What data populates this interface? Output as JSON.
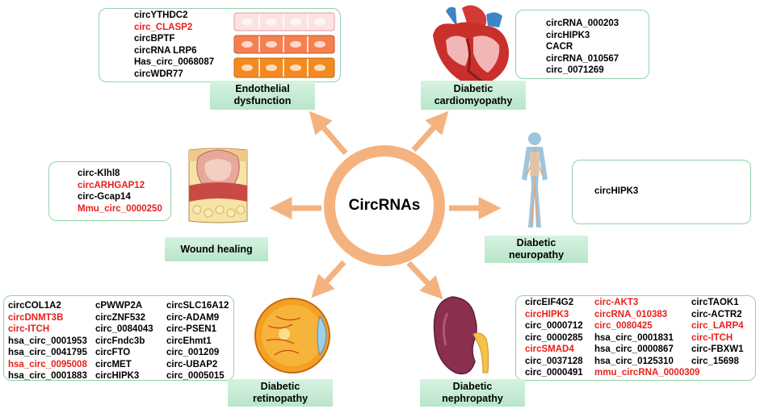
{
  "hub": {
    "title": "CircRNAs"
  },
  "colors": {
    "highlight": "#e8201c",
    "arrow": "#f4b27f",
    "box_border": "#8fd3a8",
    "label_bg": "#c8ecd6"
  },
  "endothelial": {
    "label_line1": "Endothelial",
    "label_line2": "dysfunction",
    "items": [
      {
        "text": "circYTHDC2",
        "highlight": false
      },
      {
        "text": "circ_CLASP2",
        "highlight": true
      },
      {
        "text": "circBPTF",
        "highlight": false
      },
      {
        "text": "circRNA LRP6",
        "highlight": false
      },
      {
        "text": "Has_circ_0068087",
        "highlight": false
      },
      {
        "text": "circWDR77",
        "highlight": false
      }
    ]
  },
  "cardiomyopathy": {
    "label_line1": "Diabetic",
    "label_line2": "cardiomyopathy",
    "items": [
      {
        "text": "circRNA_000203",
        "highlight": false
      },
      {
        "text": "circHIPK3",
        "highlight": false
      },
      {
        "text": "CACR",
        "highlight": false
      },
      {
        "text": "circRNA_010567",
        "highlight": false
      },
      {
        "text": "circ_0071269",
        "highlight": false
      }
    ]
  },
  "wound": {
    "label": "Wound healing",
    "items": [
      {
        "text": "circ-Klhl8",
        "highlight": false
      },
      {
        "text": "circARHGAP12",
        "highlight": true
      },
      {
        "text": "circ-Gcap14",
        "highlight": false
      },
      {
        "text": "Mmu_circ_0000250",
        "highlight": true
      }
    ]
  },
  "neuropathy": {
    "label_line1": "Diabetic",
    "label_line2": "neuropathy",
    "items": [
      {
        "text": "circHIPK3",
        "highlight": false
      }
    ]
  },
  "retinopathy": {
    "label_line1": "Diabetic",
    "label_line2": "retinopathy",
    "col1": [
      {
        "text": "circCOL1A2",
        "highlight": false
      },
      {
        "text": "circDNMT3B",
        "highlight": true
      },
      {
        "text": "circ-ITCH",
        "highlight": true
      },
      {
        "text": "hsa_circ_0001953",
        "highlight": false
      },
      {
        "text": "hsa_circ_0041795",
        "highlight": false
      },
      {
        "text": "hsa_circ_0095008",
        "highlight": true
      },
      {
        "text": "hsa_circ_0001883",
        "highlight": false
      }
    ],
    "col2": [
      {
        "text": "cPWWP2A",
        "highlight": false
      },
      {
        "text": "circZNF532",
        "highlight": false
      },
      {
        "text": "circ_0084043",
        "highlight": false
      },
      {
        "text": "circFndc3b",
        "highlight": false
      },
      {
        "text": "circFTO",
        "highlight": false
      },
      {
        "text": "circMET",
        "highlight": false
      },
      {
        "text": "circHIPK3",
        "highlight": false
      }
    ],
    "col3": [
      {
        "text": "circSLC16A12",
        "highlight": false
      },
      {
        "text": "circ-ADAM9",
        "highlight": false
      },
      {
        "text": "circ-PSEN1",
        "highlight": false
      },
      {
        "text": "circEhmt1",
        "highlight": false
      },
      {
        "text": "circ_001209",
        "highlight": false
      },
      {
        "text": "circ-UBAP2",
        "highlight": false
      },
      {
        "text": "circ_0005015",
        "highlight": false
      }
    ]
  },
  "nephropathy": {
    "label_line1": "Diabetic",
    "label_line2": "nephropathy",
    "col1": [
      {
        "text": "circEIF4G2",
        "highlight": false
      },
      {
        "text": "circHIPK3",
        "highlight": true
      },
      {
        "text": "circ_0000712",
        "highlight": false
      },
      {
        "text": "circ_0000285",
        "highlight": false
      },
      {
        "text": "circSMAD4",
        "highlight": true
      },
      {
        "text": "circ_0037128",
        "highlight": false
      },
      {
        "text": "circ_0000491",
        "highlight": false
      }
    ],
    "col2": [
      {
        "text": "circ-AKT3",
        "highlight": true
      },
      {
        "text": "circRNA_010383",
        "highlight": true
      },
      {
        "text": "circ_0080425",
        "highlight": true
      },
      {
        "text": "hsa_circ_0001831",
        "highlight": false
      },
      {
        "text": "hsa_circ_0000867",
        "highlight": false
      },
      {
        "text": "hsa_circ_0125310",
        "highlight": false
      },
      {
        "text": "mmu_circRNA_0000309",
        "highlight": true
      }
    ],
    "col3": [
      {
        "text": "circTAOK1",
        "highlight": false
      },
      {
        "text": "circ-ACTR2",
        "highlight": false
      },
      {
        "text": "circ_LARP4",
        "highlight": true
      },
      {
        "text": "circ-ITCH",
        "highlight": true
      },
      {
        "text": "circ-FBXW1",
        "highlight": false
      },
      {
        "text": "circ_15698",
        "highlight": false
      }
    ]
  }
}
